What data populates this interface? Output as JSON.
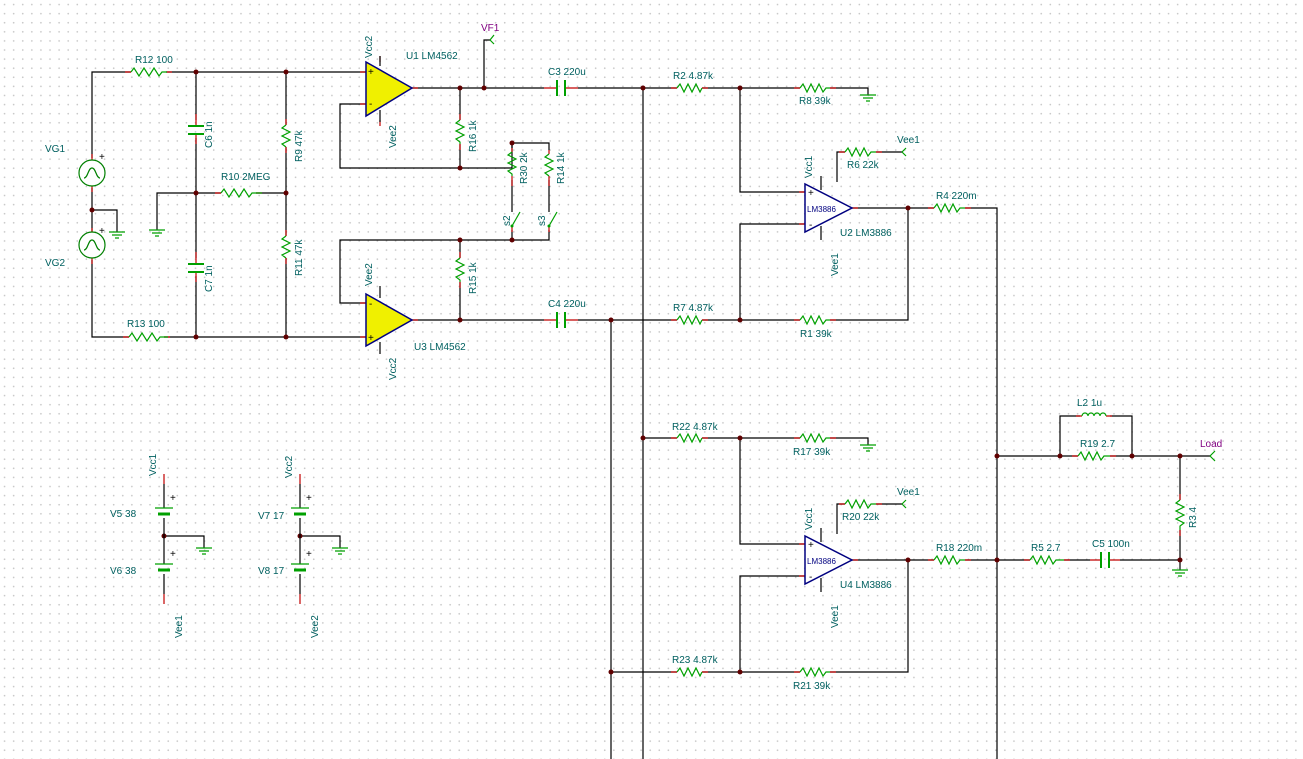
{
  "schematic": {
    "sources": [
      {
        "name": "VG1",
        "label": "VG1"
      },
      {
        "name": "VG2",
        "label": "VG2"
      }
    ],
    "resistors": [
      {
        "ref": "R12",
        "label": "R12 100"
      },
      {
        "ref": "R13",
        "label": "R13 100"
      },
      {
        "ref": "R10",
        "label": "R10 2MEG"
      },
      {
        "ref": "R9",
        "label": "R9 47k"
      },
      {
        "ref": "R11",
        "label": "R11 47k"
      },
      {
        "ref": "R16",
        "label": "R16 1k"
      },
      {
        "ref": "R15",
        "label": "R15 1k"
      },
      {
        "ref": "R30",
        "label": "R30 2k"
      },
      {
        "ref": "R14",
        "label": "R14 1k"
      },
      {
        "ref": "R2",
        "label": "R2 4.87k"
      },
      {
        "ref": "R8",
        "label": "R8 39k"
      },
      {
        "ref": "R6",
        "label": "R6 22k"
      },
      {
        "ref": "R4",
        "label": "R4 220m"
      },
      {
        "ref": "R7",
        "label": "R7 4.87k"
      },
      {
        "ref": "R1",
        "label": "R1 39k"
      },
      {
        "ref": "R22",
        "label": "R22 4.87k"
      },
      {
        "ref": "R17",
        "label": "R17 39k"
      },
      {
        "ref": "R20",
        "label": "R20 22k"
      },
      {
        "ref": "R18",
        "label": "R18 220m"
      },
      {
        "ref": "R23",
        "label": "R23 4.87k"
      },
      {
        "ref": "R21",
        "label": "R21 39k"
      },
      {
        "ref": "R19",
        "label": "R19 2.7"
      },
      {
        "ref": "R5",
        "label": "R5 2.7"
      },
      {
        "ref": "R3",
        "label": "R3 4"
      }
    ],
    "capacitors": [
      {
        "ref": "C6",
        "label": "C6 1n"
      },
      {
        "ref": "C7",
        "label": "C7 1n"
      },
      {
        "ref": "C3",
        "label": "C3 220u"
      },
      {
        "ref": "C4",
        "label": "C4 220u"
      },
      {
        "ref": "C5",
        "label": "C5 100n"
      }
    ],
    "inductors": [
      {
        "ref": "L2",
        "label": "L2 1u"
      }
    ],
    "switches": [
      {
        "ref": "s2",
        "label": "s2"
      },
      {
        "ref": "s3",
        "label": "s3"
      }
    ],
    "opamps": [
      {
        "ref": "U1",
        "label": "U1 LM4562",
        "part": ""
      },
      {
        "ref": "U3",
        "label": "U3 LM4562",
        "part": ""
      },
      {
        "ref": "U2",
        "label": "U2 LM3886",
        "part": "LM3886"
      },
      {
        "ref": "U4",
        "label": "U4 LM3886",
        "part": "LM3886"
      }
    ],
    "batteries": [
      {
        "ref": "V5",
        "label": "V5 38"
      },
      {
        "ref": "V6",
        "label": "V6 38"
      },
      {
        "ref": "V7",
        "label": "V7 17"
      },
      {
        "ref": "V8",
        "label": "V8 17"
      }
    ],
    "rails": {
      "vcc1": "Vcc1",
      "vcc2": "Vcc2",
      "vee1": "Vee1",
      "vee2": "Vee2"
    },
    "probes": {
      "vf1": "VF1",
      "load": "Load"
    },
    "signs": {
      "plus": "+",
      "minus": "-"
    }
  },
  "colors": {
    "wire": "#000000",
    "component": "#00a000",
    "pin": "#c00000",
    "label": "#006060",
    "probe_label": "#800080",
    "opamp_small_fill": "#f0f000",
    "opamp_power_fill": "#ffffff",
    "opamp_outline": "#000080",
    "junction": "#600000"
  }
}
